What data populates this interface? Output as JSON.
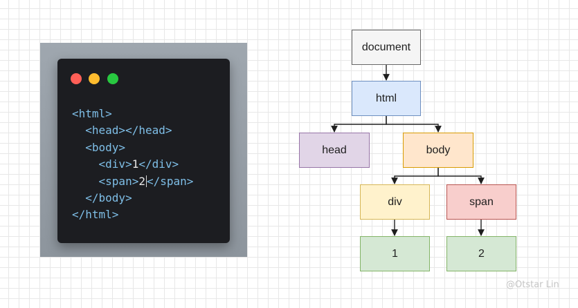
{
  "code_panel": {
    "lines": [
      {
        "open": "<html>",
        "text": "",
        "close": ""
      },
      {
        "open": "  <head></head>",
        "text": "",
        "close": ""
      },
      {
        "open": "  <body>",
        "text": "",
        "close": ""
      },
      {
        "open": "    <div>",
        "text": "1",
        "close": "</div>"
      },
      {
        "open": "    <span>",
        "text": "2",
        "close": "</span>"
      },
      {
        "open": "  </body>",
        "text": "",
        "close": ""
      },
      {
        "open": "</html>",
        "text": "",
        "close": ""
      }
    ],
    "colors": {
      "tag": "#7fbfe8",
      "text": "#e8e8e8",
      "background": "#1c1d21",
      "dot_red": "#ff5f57",
      "dot_yellow": "#febc2e",
      "dot_green": "#28c840"
    }
  },
  "tree": {
    "nodes": {
      "document": {
        "label": "document",
        "fill": "#f5f5f5",
        "stroke": "#666666"
      },
      "html": {
        "label": "html",
        "fill": "#dae8fc",
        "stroke": "#6c8ebf"
      },
      "head": {
        "label": "head",
        "fill": "#e1d5e7",
        "stroke": "#9673a6"
      },
      "body": {
        "label": "body",
        "fill": "#ffe6cc",
        "stroke": "#d79b00"
      },
      "div": {
        "label": "div",
        "fill": "#fff2cc",
        "stroke": "#d6b656"
      },
      "span": {
        "label": "span",
        "fill": "#f8cecc",
        "stroke": "#b85450"
      },
      "one": {
        "label": "1",
        "fill": "#d5e8d4",
        "stroke": "#82b366"
      },
      "two": {
        "label": "2",
        "fill": "#d5e8d4",
        "stroke": "#82b366"
      }
    },
    "edges": [
      {
        "from": "document",
        "to": "html"
      },
      {
        "from": "html",
        "to": "head"
      },
      {
        "from": "html",
        "to": "body"
      },
      {
        "from": "body",
        "to": "div"
      },
      {
        "from": "body",
        "to": "span"
      },
      {
        "from": "div",
        "to": "one"
      },
      {
        "from": "span",
        "to": "two"
      }
    ],
    "edge_color": "#1e1e1e"
  },
  "watermark": "@Otstar Lin"
}
